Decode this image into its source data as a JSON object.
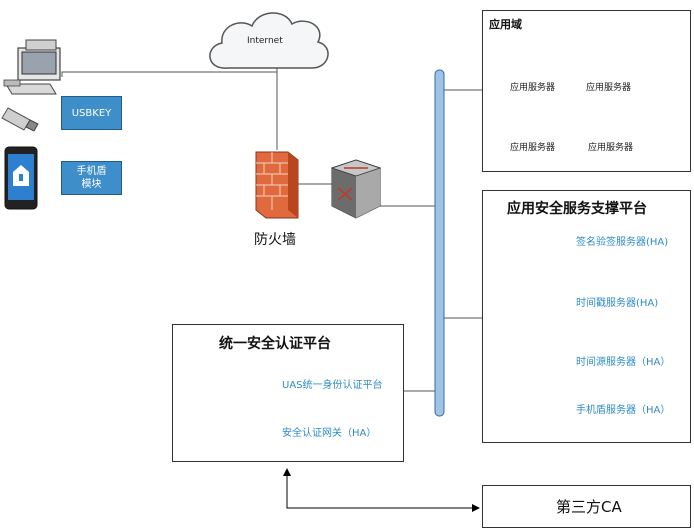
{
  "internet": "Internet",
  "firewall_label": "防火墙",
  "usbkey": "USBKEY",
  "mobile_shield": "手机盾\n模块",
  "app_domain": {
    "title": "应用域",
    "servers": [
      "应用服务器",
      "应用服务器",
      "应用服务器",
      "应用服务器"
    ]
  },
  "security_platform": {
    "title": "应用安全服务支撑平台",
    "items": [
      "签名验签服务器(HA)",
      "时间戳服务器(HA)",
      "时间源服务器（HA）",
      "手机盾服务器（HA）"
    ]
  },
  "auth_platform": {
    "title": "统一安全认证平台",
    "items": [
      "UAS统一身份认证平台",
      "安全认证网关（HA）"
    ]
  },
  "third_party_ca": "第三方CA",
  "colors": {
    "accent": "#3d8ec9",
    "label_blue": "#2e8bc9",
    "firewall": "#d9542b"
  }
}
